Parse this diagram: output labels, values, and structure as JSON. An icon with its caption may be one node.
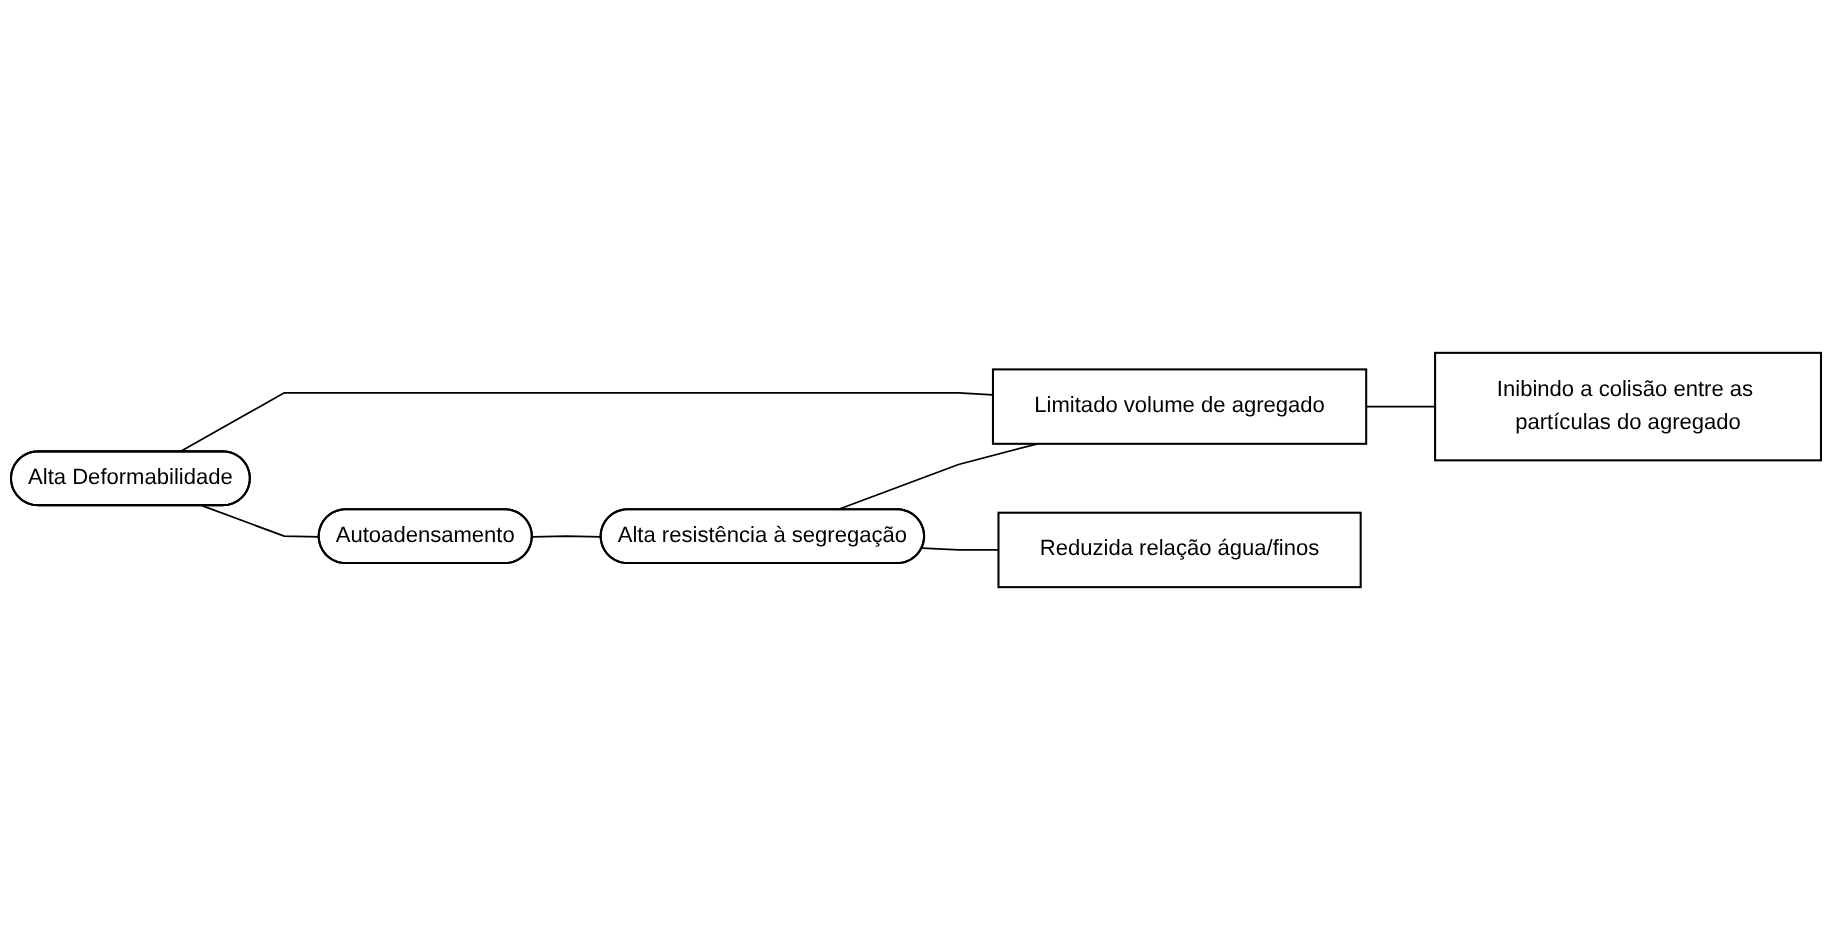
{
  "diagram": {
    "nodes": [
      {
        "text": [
          "Alta Deformabilidade"
        ]
      },
      {
        "text": [
          "Limitado volume de agregado"
        ]
      },
      {
        "text": [
          "Autoadensamento"
        ]
      },
      {
        "text": [
          "Inibindo a colisão entre as partículas do agregado"
        ]
      },
      {
        "text": [
          "Alta resistência à segregação"
        ]
      },
      {
        "text": [
          "Reduzida relação água/finos"
        ]
      }
    ],
    "edges": [
      {
        "from": 0,
        "to": 1,
        "arrow": "none"
      },
      {
        "from": 0,
        "to": 2,
        "arrow": "none"
      },
      {
        "from": 1,
        "to": 3,
        "arrow": "none"
      },
      {
        "from": 2,
        "to": 4,
        "arrow": "none"
      },
      {
        "from": 4,
        "to": 1,
        "arrow": "none"
      },
      {
        "from": 4,
        "to": 5,
        "arrow": "none"
      }
    ]
  }
}
